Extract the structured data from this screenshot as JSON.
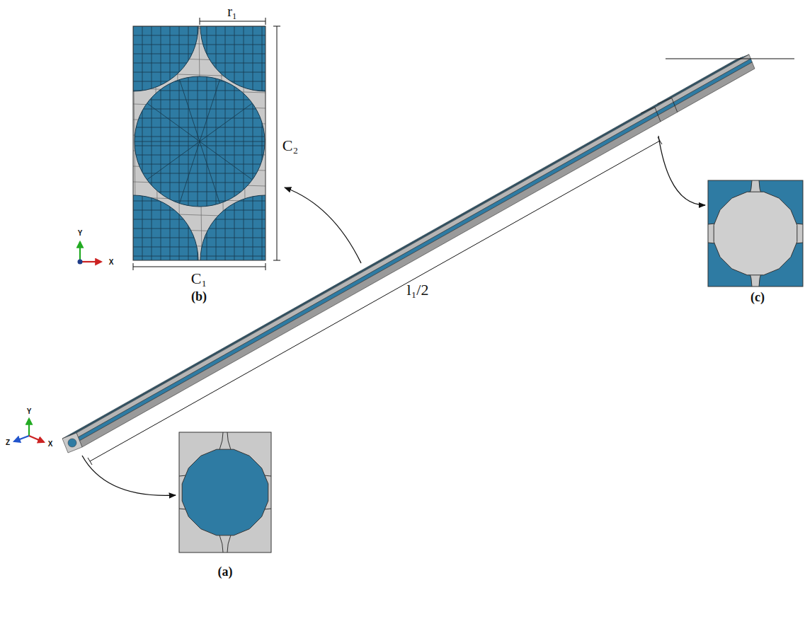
{
  "diagram": {
    "labels": [
      "r₁",
      "Y",
      "X",
      "C₂",
      "C₁",
      "(b)",
      "l₁/2",
      "(c)",
      "Y",
      "Z",
      "X",
      "(a)"
    ]
  }
}
